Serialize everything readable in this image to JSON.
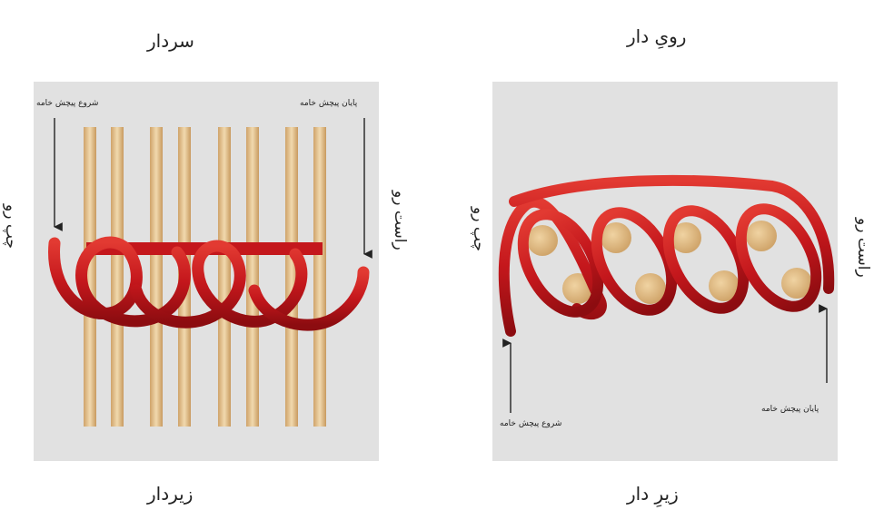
{
  "left": {
    "top_label": "سردار",
    "bottom_label": "زیردار",
    "left_side_label": "چپ رو",
    "right_side_label": "راست رو",
    "start_label": "شروع پیچش خامه",
    "end_label": "پایان پیچش خامه"
  },
  "right": {
    "top_label": "رویِ دار",
    "bottom_label": "زیرِ دار",
    "left_side_label": "چپ رو",
    "right_side_label": "راست رو",
    "start_label": "شروع پیچش خامه",
    "end_label": "پایان پیچش خامه"
  },
  "colors": {
    "panel": "#e1e1e1",
    "warp": "#e3c38f",
    "yarn": "#c4171c",
    "arrow": "#222222"
  }
}
